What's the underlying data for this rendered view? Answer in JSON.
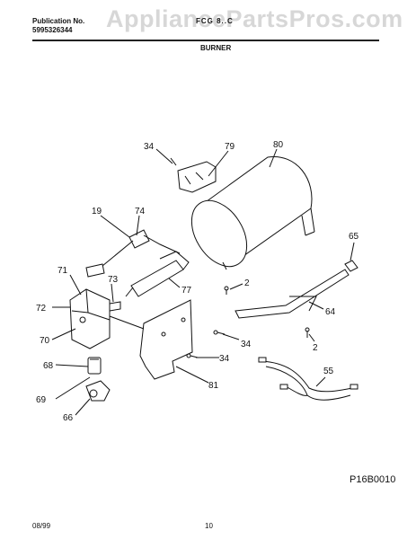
{
  "header": {
    "publication_label": "Publication No.",
    "publication_number": "5995326344",
    "model_text": "FCG 8..C",
    "section_title": "BURNER",
    "watermark": "AppliancePartsPros.com"
  },
  "diagram": {
    "code": "P16B0010",
    "callouts": {
      "c34a": "34",
      "c79": "79",
      "c80": "80",
      "c19": "19",
      "c74": "74",
      "c71": "71",
      "c73": "73",
      "c72": "72",
      "c70": "70",
      "c77": "77",
      "c2a": "2",
      "c65": "65",
      "c64": "64",
      "c34b": "34",
      "c2b": "2",
      "c34c": "34",
      "c68": "68",
      "c69": "69",
      "c81": "81",
      "c55": "55",
      "c66": "66"
    }
  },
  "footer": {
    "date": "08/99",
    "page": "10"
  }
}
